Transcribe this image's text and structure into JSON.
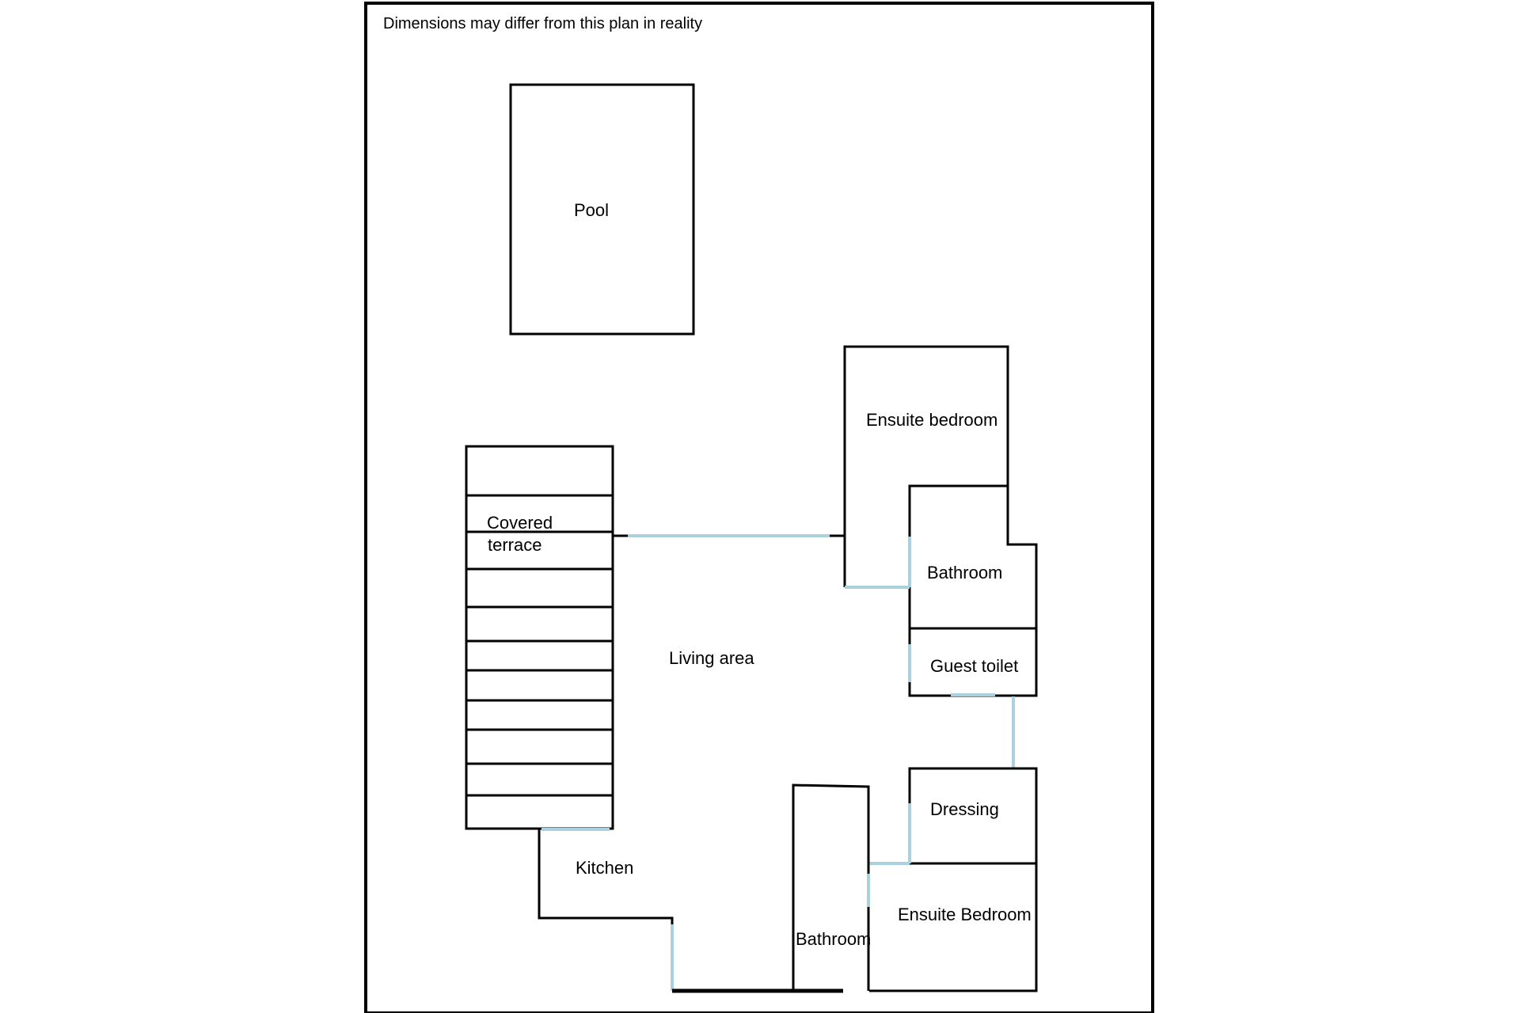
{
  "plan": {
    "note": "Dimensions may differ from this plan in reality",
    "colors": {
      "wall": "#000000",
      "door": "#a9d2de",
      "background": "#ffffff"
    },
    "rooms": {
      "pool": "Pool",
      "covered_terrace_line1": "Covered",
      "covered_terrace_line2": "terrace",
      "living_area": "Living area",
      "ensuite_bedroom_top": "Ensuite bedroom",
      "bathroom_upper": "Bathroom",
      "guest_toilet": "Guest toilet",
      "dressing": "Dressing",
      "ensuite_bedroom_bottom": "Ensuite Bedroom",
      "bathroom_lower": "Bathroom",
      "kitchen": "Kitchen"
    }
  }
}
